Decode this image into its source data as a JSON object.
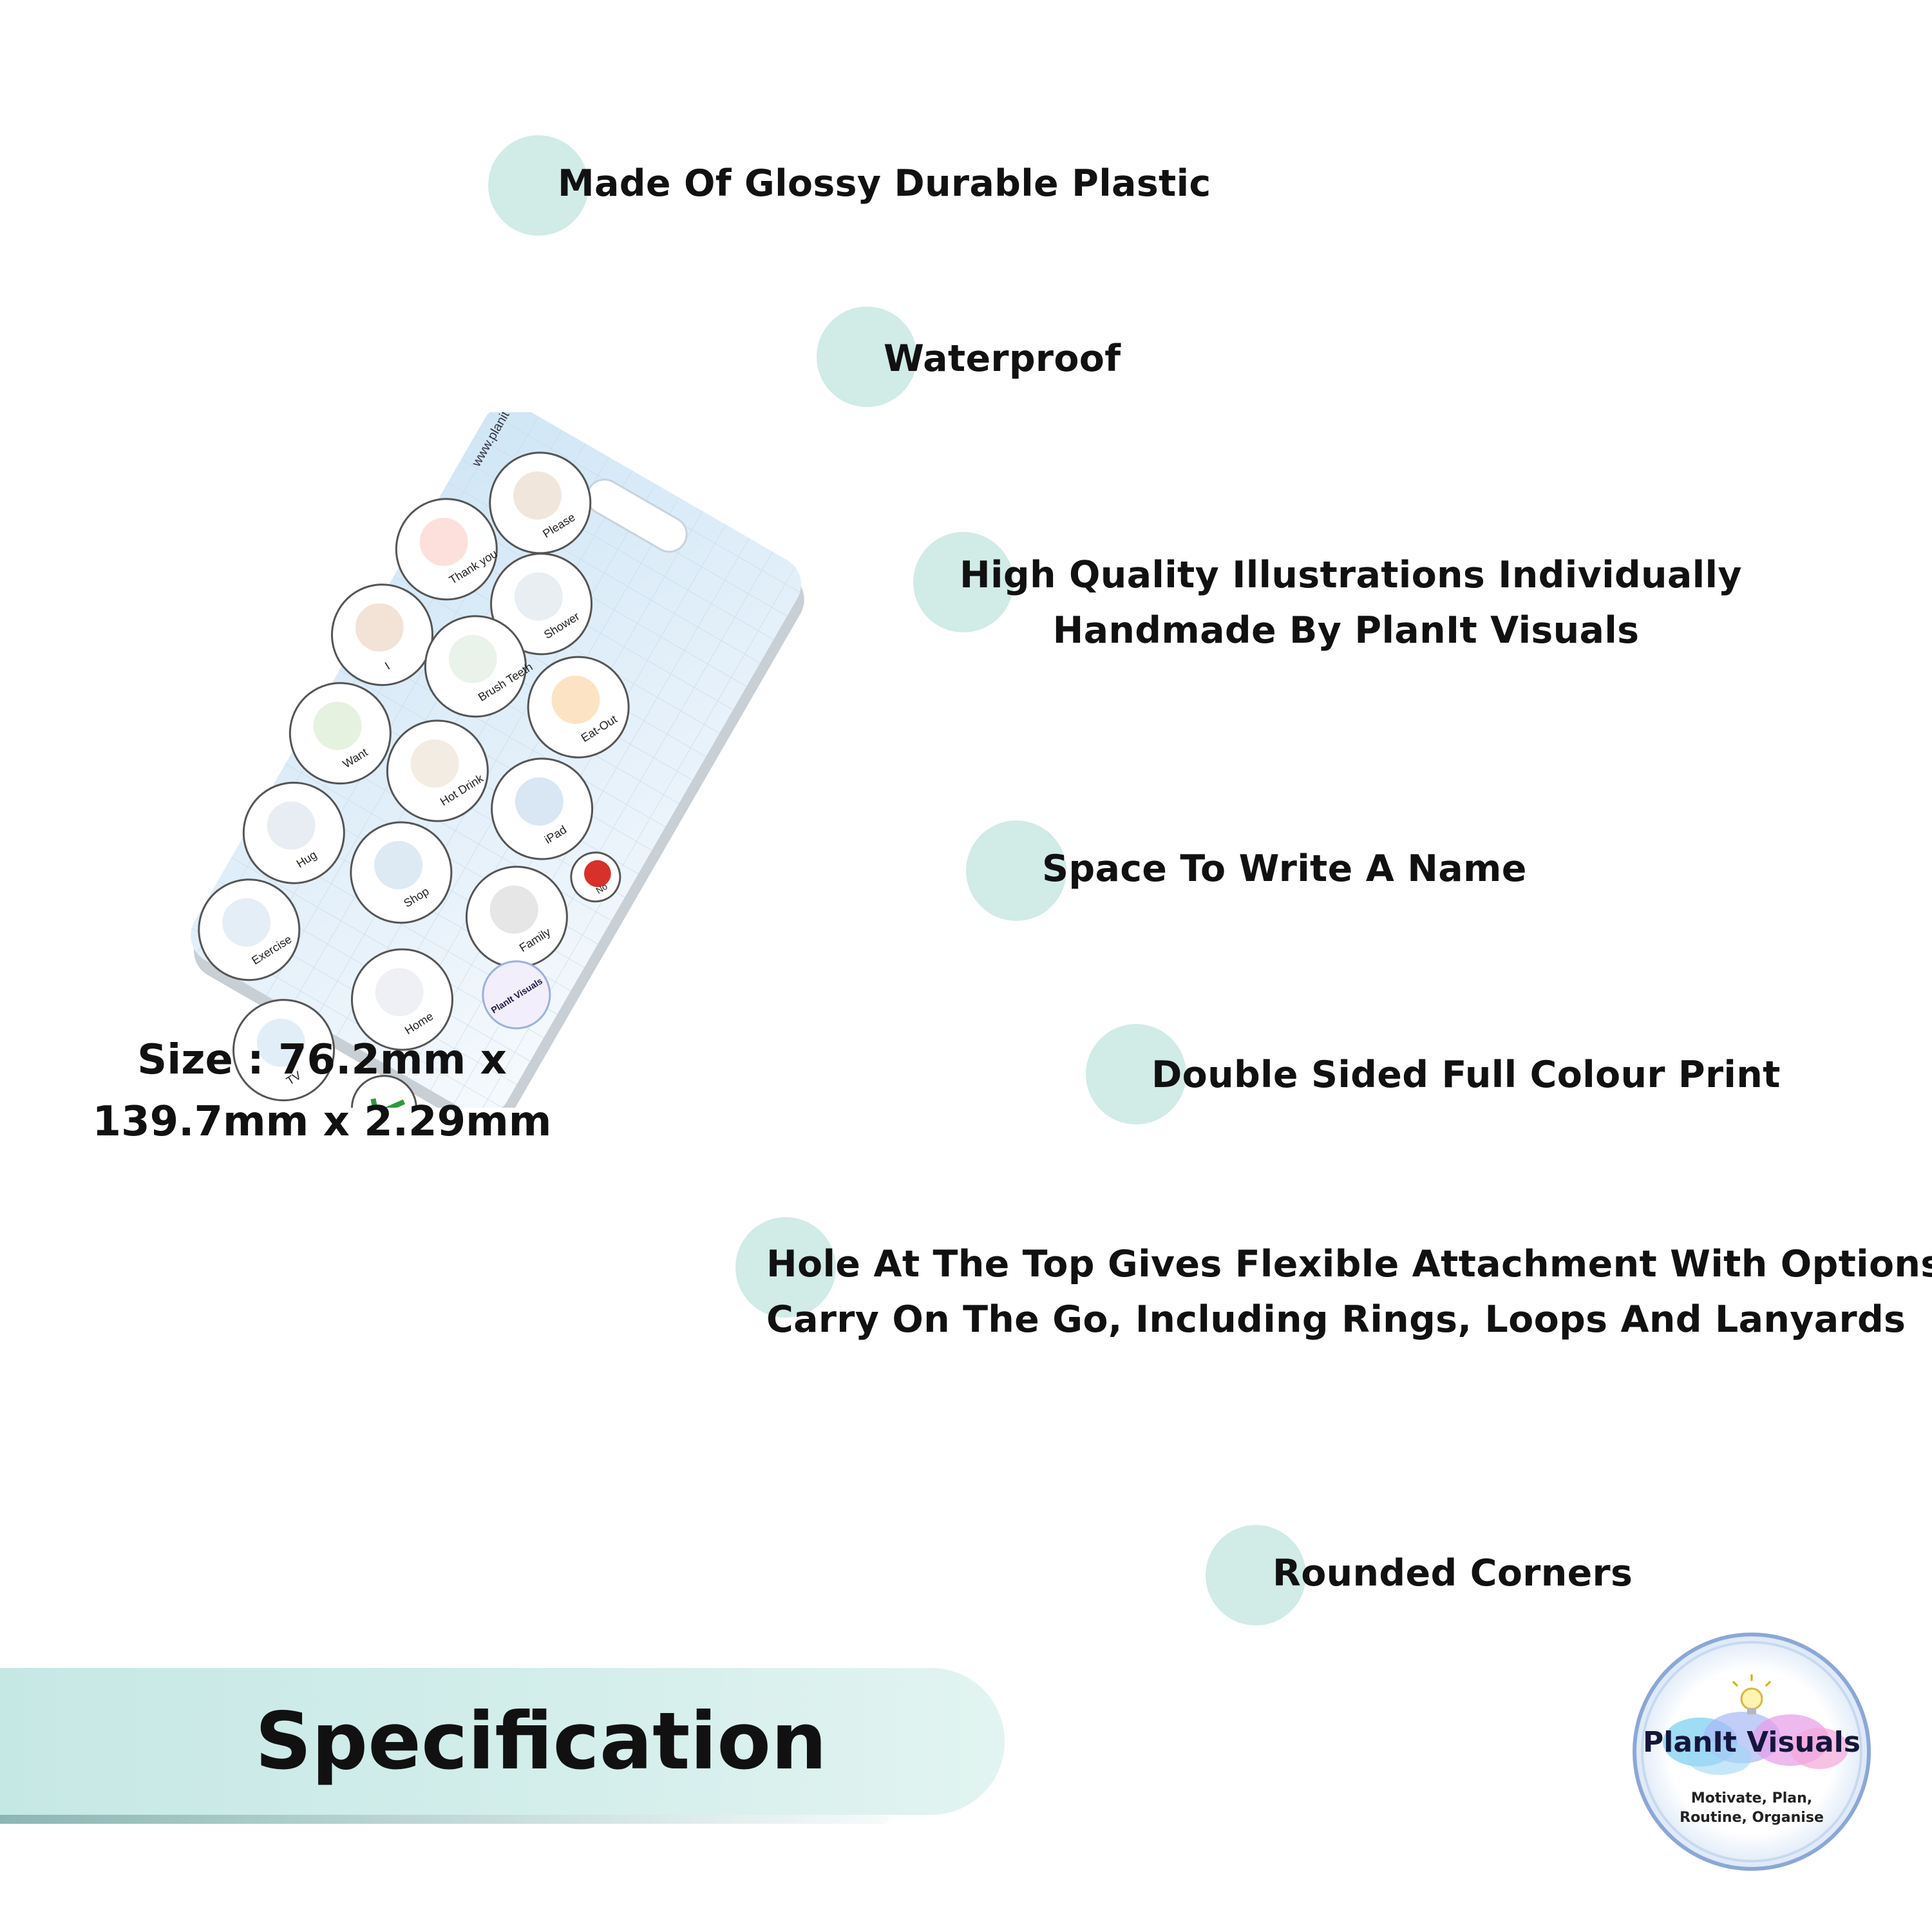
{
  "features": [
    {
      "id": "glossy",
      "lines": [
        "Made Of Glossy Durable Plastic"
      ]
    },
    {
      "id": "waterproof",
      "lines": [
        "Waterproof"
      ]
    },
    {
      "id": "illustrations",
      "lines": [
        "High Quality Illustrations Individually",
        "Handmade By PlanIt Visuals"
      ]
    },
    {
      "id": "name-space",
      "lines": [
        "Space To Write A Name"
      ]
    },
    {
      "id": "double-sided",
      "lines": [
        "Double Sided Full Colour Print"
      ]
    },
    {
      "id": "hole",
      "lines": [
        "Hole At The Top Gives Flexible Attachment With Options To",
        "Carry On The Go, Including Rings, Loops And Lanyards"
      ]
    },
    {
      "id": "corners",
      "lines": [
        "Rounded Corners"
      ]
    }
  ],
  "size": {
    "lines": [
      "Size : 76.2mm x",
      "139.7mm x 2.29mm"
    ]
  },
  "banner": {
    "title": "Specification"
  },
  "card": {
    "url": "www.planitvisuals.com",
    "icons": [
      "Please",
      "Thank you",
      "Shower",
      "I",
      "Brush Teeth",
      "Eat-Out",
      "Want",
      "Hot Drink",
      "iPad",
      "Hug",
      "Shop",
      "Family",
      "Exercise",
      "Home",
      "No",
      "TV",
      "Yes"
    ],
    "logo_text": "PlanIt Visuals"
  },
  "logo": {
    "brand": "PlanIt Visuals",
    "tagline": [
      "Motivate, Plan,",
      "Routine, Organise"
    ]
  },
  "colors": {
    "accent": "#c9e7e3",
    "card_tint": "#d8ecf8",
    "text": "#111111"
  }
}
